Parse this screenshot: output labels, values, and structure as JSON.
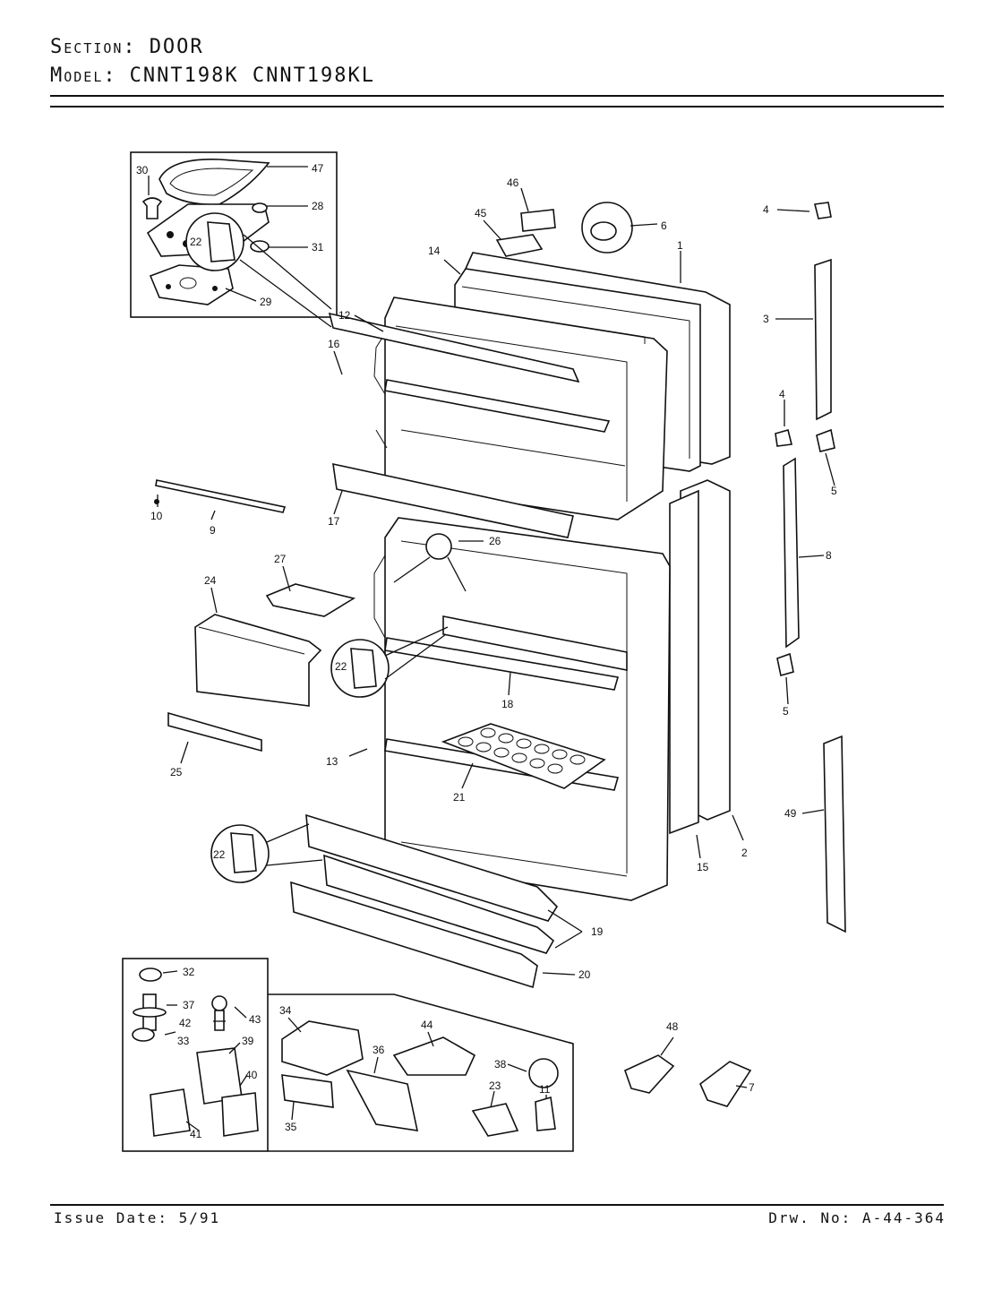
{
  "header": {
    "section_label": "Section:",
    "section_value": "DOOR",
    "model_label": "Model:",
    "model_value": "CNNT198K  CNNT198KL"
  },
  "footer": {
    "issue": "Issue Date: 5/91",
    "drawing": "Drw. No: A-44-364"
  },
  "callouts": {
    "c1": "1",
    "c2": "2",
    "c3": "3",
    "c4a": "4",
    "c4b": "4",
    "c5a": "5",
    "c5b": "5",
    "c6": "6",
    "c7": "7",
    "c8": "8",
    "c9": "9",
    "c10": "10",
    "c11": "11",
    "c12": "12",
    "c13": "13",
    "c14": "14",
    "c15": "15",
    "c16": "16",
    "c17": "17",
    "c18": "18",
    "c19": "19",
    "c20": "20",
    "c21": "21",
    "c22a": "22",
    "c22b": "22",
    "c22c": "22",
    "c23": "23",
    "c24": "24",
    "c25": "25",
    "c26": "26",
    "c27": "27",
    "c28": "28",
    "c29": "29",
    "c30": "30",
    "c31": "31",
    "c32": "32",
    "c33": "33",
    "c34": "34",
    "c35": "35",
    "c36": "36",
    "c37": "37",
    "c38": "38",
    "c39": "39",
    "c40": "40",
    "c41": "41",
    "c42": "42",
    "c43": "43",
    "c44": "44",
    "c45": "45",
    "c46": "46",
    "c47": "47",
    "c48": "48",
    "c49": "49"
  }
}
